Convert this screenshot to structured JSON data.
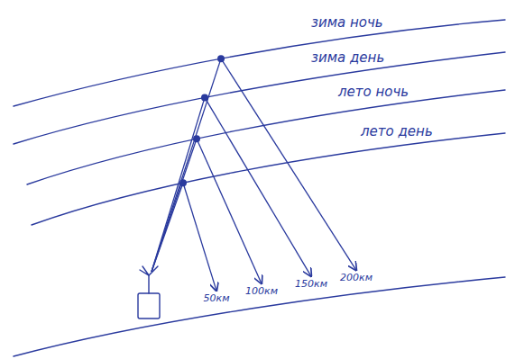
{
  "diagram": {
    "labels": [
      "зима ночь",
      "зима день",
      "лето ночь",
      "лето день",
      "50км",
      "100км",
      "150км",
      "200км"
    ]
  }
}
